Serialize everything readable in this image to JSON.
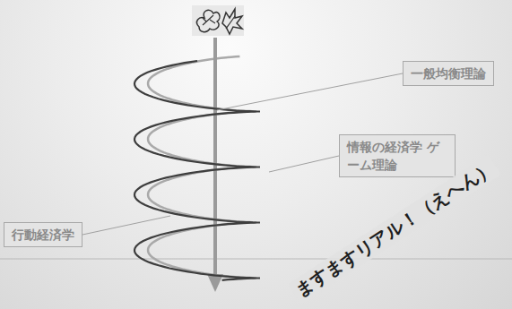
{
  "diagram": {
    "nodes": [
      {
        "text": [
          "一般均衡理論"
        ]
      },
      {
        "text": [
          "情報の経済学 ゲーム理論"
        ]
      },
      {
        "text": [
          "行動経済学"
        ]
      }
    ],
    "labels": [
      "ますますリアル！（えへん）"
    ]
  }
}
